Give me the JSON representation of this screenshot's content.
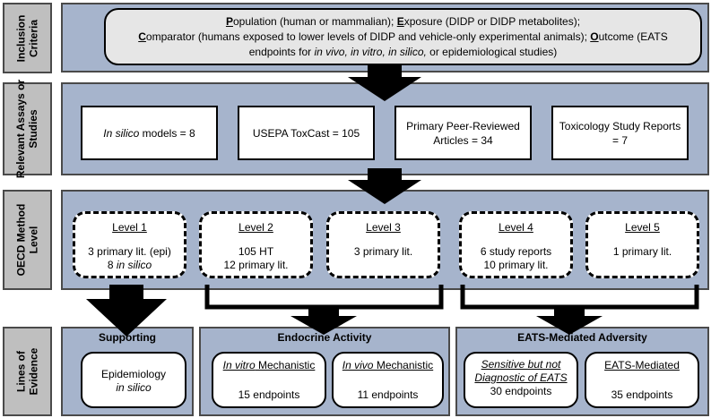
{
  "rows": {
    "inclusion": "Inclusion\nCriteria",
    "assays": "Relevant Assays or\nStudies",
    "oecd": "OECD Method\nLevel",
    "evidence": "Lines of\nEvidence"
  },
  "inclusion": {
    "p_letter": "P",
    "p_text": "opulation (human or mammalian); ",
    "e_letter": "E",
    "e_text": "xposure (DIDP or DIDP metabolites);",
    "c_letter": "C",
    "c_text": "omparator (humans exposed to lower levels of DIDP and vehicle-only experimental animals); ",
    "o_letter": "O",
    "o_text": "utcome (EATS",
    "line3_a": "endpoints for ",
    "line3_i1": "in vivo, in vitro, in silico,",
    "line3_b": " or epidemiological studies)"
  },
  "assays": {
    "insilico_i": "In silico",
    "insilico_rest": " models = 8",
    "toxcast": "USEPA  ToxCast = 105",
    "peer_l1": "Primary Peer-Reviewed",
    "peer_l2": "Articles = 34",
    "tox_l1": "Toxicology Study Reports",
    "tox_l2": "= 7"
  },
  "levels": [
    {
      "title": "Level 1",
      "line1": "3 primary lit. (epi)",
      "line2_pre": "8 ",
      "line2_i": "in silico"
    },
    {
      "title": "Level 2",
      "line1": "105 HT",
      "line2": "12 primary lit."
    },
    {
      "title": "Level 3",
      "line1": "3 primary lit."
    },
    {
      "title": "Level 4",
      "line1": "6 study reports",
      "line2": "10 primary lit."
    },
    {
      "title": "Level 5",
      "line1": "1 primary lit."
    }
  ],
  "evidence": {
    "supporting": {
      "heading": "Supporting",
      "line1": "Epidemiology",
      "line2": "in silico"
    },
    "endocrine": {
      "heading": "Endocrine Activity",
      "invitro_i": "In vitro",
      "invitro_rest": " Mechanistic",
      "invitro_count": "15 endpoints",
      "invivo_i": "In vivo",
      "invivo_rest": " Mechanistic",
      "invivo_count": "11 endpoints"
    },
    "adversity": {
      "heading": "EATS-Mediated Adversity",
      "sens_l1": "Sensitive but not",
      "sens_l2": "Diagnostic of EATS",
      "sens_count": "30 endpoints",
      "med_title": "EATS-Mediated",
      "med_count": "35 endpoints"
    }
  },
  "colors": {
    "panel": "#a6b4cc",
    "row_label": "#bfbfbf",
    "inclusion_box": "#e6e6e6",
    "arrows": "#000000"
  }
}
